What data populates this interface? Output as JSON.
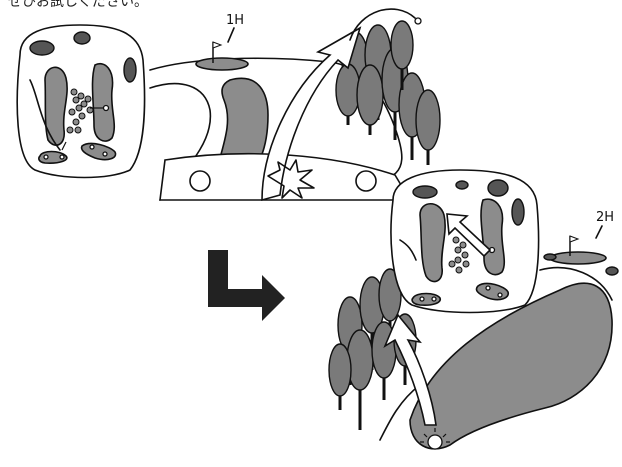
{
  "caption": "ぜひお試しください。",
  "scene1": {
    "hole_label": "1H"
  },
  "scene2": {
    "hole_label": "2H"
  },
  "colors": {
    "outline": "#111111",
    "fill_gray": "#8c8c8c",
    "fill_dark": "#555555",
    "tree_gray": "#7a7a7a",
    "background": "#ffffff"
  },
  "icons": [
    "flag-icon",
    "golf-ball-icon",
    "tree-icon",
    "arrow-icon",
    "impact-burst-icon"
  ]
}
